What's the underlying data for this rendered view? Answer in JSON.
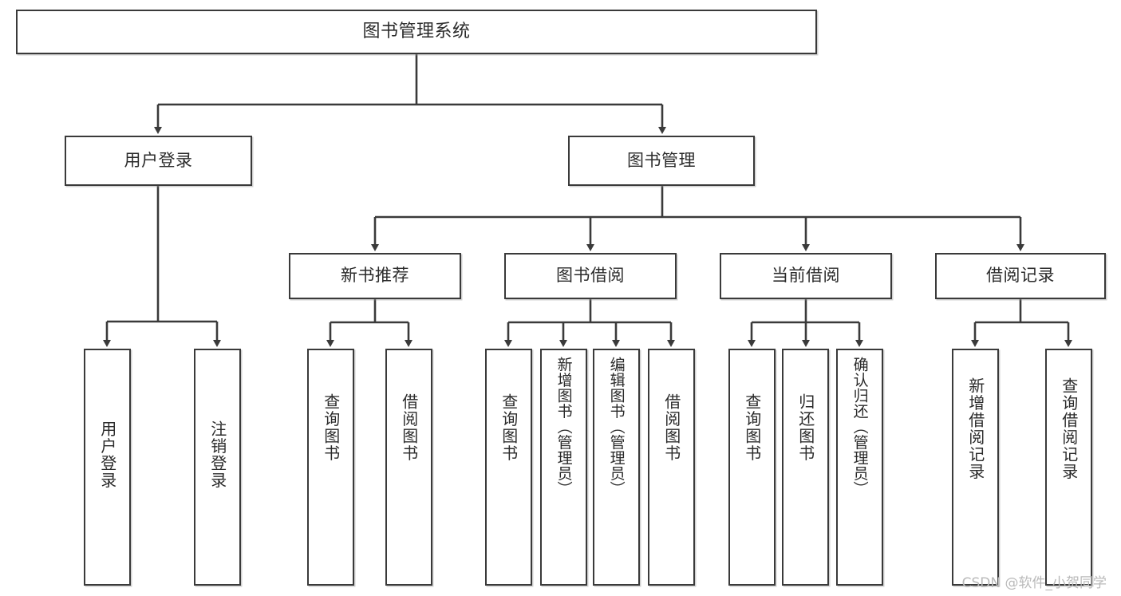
{
  "diagram": {
    "title": "图书管理系统",
    "watermark": "CSDN @软件_小贺同学",
    "line_color": "#3a3a3a",
    "box_fill": "#ffffff",
    "text_color": "#2b2b2b",
    "watermark_color": "#b9b9b9"
  },
  "nodes": {
    "root": {
      "label": "图书管理系统"
    },
    "level2": [
      {
        "label": "用户登录"
      },
      {
        "label": "图书管理"
      }
    ],
    "level3": [
      {
        "label": "新书推荐"
      },
      {
        "label": "图书借阅"
      },
      {
        "label": "当前借阅"
      },
      {
        "label": "借阅记录"
      }
    ],
    "leaves": {
      "user_login": [
        {
          "label": "用户登录"
        },
        {
          "label": "注销登录"
        }
      ],
      "new_book_recommend": [
        {
          "label": "查询图书"
        },
        {
          "label": "借阅图书"
        }
      ],
      "book_borrow": [
        {
          "label": "查询图书"
        },
        {
          "label": "新增图书（管理员）"
        },
        {
          "label": "编辑图书（管理员）"
        },
        {
          "label": "借阅图书"
        }
      ],
      "current_borrow": [
        {
          "label": "查询图书"
        },
        {
          "label": "归还图书"
        },
        {
          "label": "确认归还（管理员）"
        }
      ],
      "borrow_record": [
        {
          "label": "新增借阅记录"
        },
        {
          "label": "查询借阅记录"
        }
      ]
    }
  }
}
